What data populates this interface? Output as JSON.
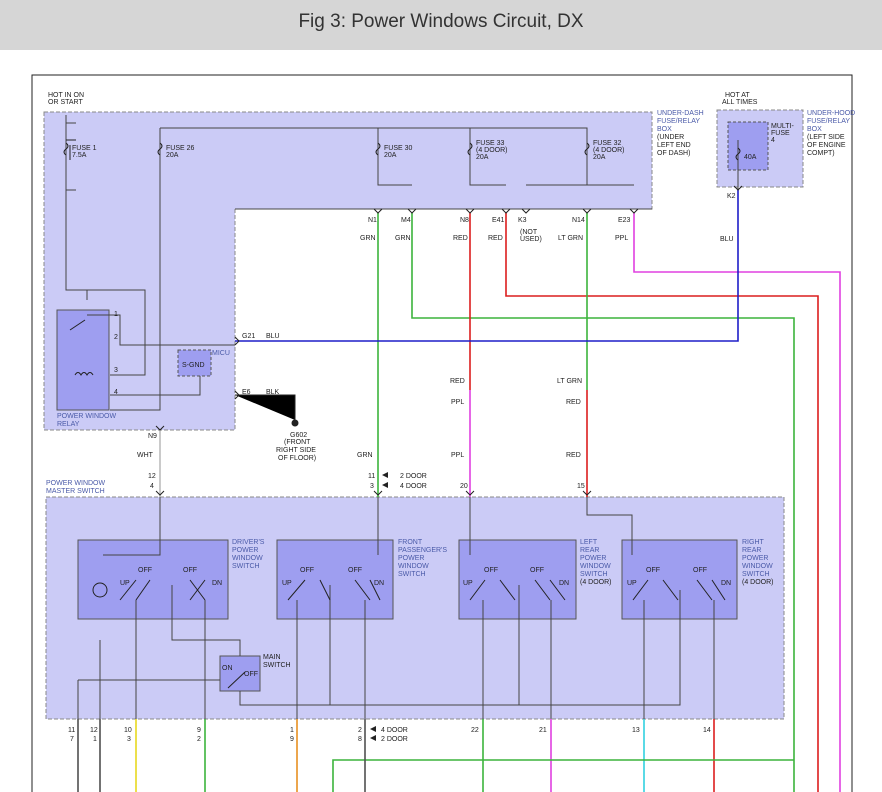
{
  "title": "Fig 3: Power Windows Circuit, DX",
  "labels": {
    "hot_in_on_1": "HOT IN ON",
    "hot_in_on_2": "OR START",
    "hot_at_1": "HOT AT",
    "hot_at_2": "ALL TIMES",
    "under_dash_1": "UNDER-DASH",
    "under_dash_2": "FUSE/RELAY",
    "under_dash_3": "BOX",
    "under_dash_4": "(UNDER",
    "under_dash_5": "LEFT END",
    "under_dash_6": "OF DASH)",
    "under_hood_1": "UNDER-HOOD",
    "under_hood_2": "FUSE/RELAY",
    "under_hood_3": "BOX",
    "under_hood_4": "(LEFT SIDE",
    "under_hood_5": "OF ENGINE",
    "under_hood_6": "COMPT)",
    "fuse1_a": "FUSE 1",
    "fuse1_b": "7.5A",
    "fuse26_a": "FUSE 26",
    "fuse26_b": "20A",
    "fuse30_a": "FUSE 30",
    "fuse30_b": "20A",
    "fuse33_a": "FUSE 33",
    "fuse33_b": "(4 DOOR)",
    "fuse33_c": "20A",
    "fuse32_a": "FUSE 32",
    "fuse32_b": "(4 DOOR)",
    "fuse32_c": "20A",
    "multi_a": "MULTI-",
    "multi_b": "FUSE",
    "multi_c": "4",
    "multi_d": "40A",
    "k2": "K2",
    "blu_top": "BLU",
    "n1": "N1",
    "m4": "M4",
    "n8": "N8",
    "e41": "E41",
    "k3": "K3",
    "n14": "N14",
    "e23": "E23",
    "grn_a": "GRN",
    "grn_b": "GRN",
    "red_a": "RED",
    "red_b": "RED",
    "not_used_1": "(NOT",
    "not_used_2": "USED)",
    "ltgrn_a": "LT GRN",
    "ppl_a": "PPL",
    "relay_name_1": "POWER WINDOW",
    "relay_name_2": "RELAY",
    "micu": "MICU",
    "sgnd": "S-GND",
    "g21": "G21",
    "blu_mid": "BLU",
    "e6": "E6",
    "blk": "BLK",
    "g602_1": "G602",
    "g602_2": "(FRONT",
    "g602_3": "RIGHT SIDE",
    "g602_4": "OF FLOOR)",
    "n9": "N9",
    "wht": "WHT",
    "grn_c": "GRN",
    "red_c": "RED",
    "ppl_b": "PPL",
    "ppl_c": "PPL",
    "ltgrn_b": "LT GRN",
    "red_d": "RED",
    "red_e": "RED",
    "pin_1": "1",
    "pin_2": "2",
    "pin_3": "3",
    "pin_4": "4",
    "pin_12a": "12",
    "pin_4a": "4",
    "pin_11a": "11",
    "pin_3a": "3",
    "two_door": "2 DOOR",
    "four_door": "4 DOOR",
    "pin_20": "20",
    "pin_15": "15",
    "master_1": "POWER WINDOW",
    "master_2": "MASTER SWITCH",
    "drv_1": "DRIVER'S",
    "drv_2": "POWER",
    "drv_3": "WINDOW",
    "drv_4": "SWITCH",
    "fp_1": "FRONT",
    "fp_2": "PASSENGER'S",
    "fp_3": "POWER",
    "fp_4": "WINDOW",
    "fp_5": "SWITCH",
    "lr_1": "LEFT",
    "lr_2": "REAR",
    "lr_3": "POWER",
    "lr_4": "WINDOW",
    "lr_5": "SWITCH",
    "lr_6": "(4 DOOR)",
    "rr_1": "RIGHT",
    "rr_2": "REAR",
    "rr_3": "POWER",
    "rr_4": "WINDOW",
    "rr_5": "SWITCH",
    "rr_6": "(4 DOOR)",
    "up": "UP",
    "off": "OFF",
    "dn": "DN",
    "on": "ON",
    "main_1": "MAIN",
    "main_2": "SWITCH",
    "b_11": "11",
    "b_7": "7",
    "b_12": "12",
    "b_1": "1",
    "b_10": "10",
    "b_3": "3",
    "b_9": "9",
    "b_2": "2",
    "b_1b": "1",
    "b_9b": "9",
    "b_2b": "2",
    "b_8": "8",
    "b_22": "22",
    "b_21": "21",
    "b_13": "13",
    "b_14": "14",
    "four_door_b": "4 DOOR",
    "two_door_b": "2 DOOR"
  },
  "colors": {
    "box_fill": "#cbcbf6",
    "switch_fill": "#9e9ef0",
    "grn": "#3cb43c",
    "red": "#dc1e1e",
    "blu": "#1e1ec8",
    "ppl": "#e040e0",
    "wht": "#bcbcbc",
    "yel": "#e8d820",
    "org": "#e89020",
    "cyan": "#30d0e0",
    "dark": "#505050"
  }
}
